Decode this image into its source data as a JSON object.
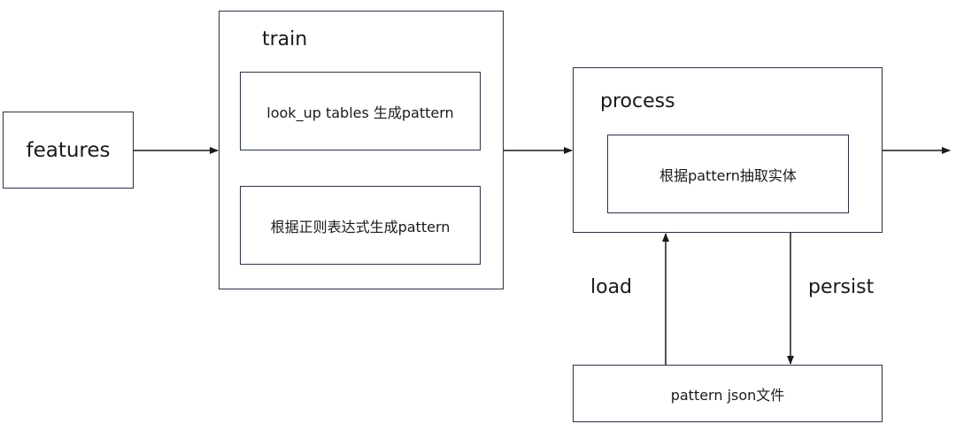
{
  "nodes": {
    "features": "features",
    "train": {
      "title": "train",
      "lookup": "look_up tables 生成pattern",
      "regex": "根据正则表达式生成pattern"
    },
    "process": {
      "title": "process",
      "extract": "根据pattern抽取实体"
    },
    "pattern_json": "pattern json文件"
  },
  "edges": {
    "load": "load",
    "persist": "persist"
  },
  "colors": {
    "stroke": "#2a3345",
    "text": "#1a1a1a",
    "background": "#ffffff"
  }
}
